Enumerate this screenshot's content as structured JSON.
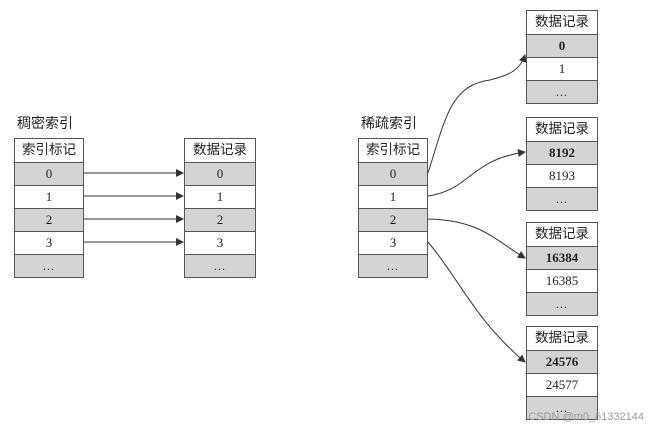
{
  "dense": {
    "title": "稠密索引",
    "index_header": "索引标记",
    "index_rows": [
      "0",
      "1",
      "2",
      "3",
      "…"
    ],
    "records_header": "数据记录",
    "record_rows": [
      "0",
      "1",
      "2",
      "3",
      "…"
    ]
  },
  "sparse": {
    "title": "稀疏索引",
    "index_header": "索引标记",
    "index_rows": [
      "0",
      "1",
      "2",
      "3",
      "…"
    ],
    "blocks": [
      {
        "header": "数据记录",
        "first": "0",
        "second": "1",
        "more": "…"
      },
      {
        "header": "数据记录",
        "first": "8192",
        "second": "8193",
        "more": "…"
      },
      {
        "header": "数据记录",
        "first": "16384",
        "second": "16385",
        "more": "…"
      },
      {
        "header": "数据记录",
        "first": "24576",
        "second": "24577",
        "more": "…"
      }
    ]
  },
  "watermark": "CSDN @m0_61332144"
}
